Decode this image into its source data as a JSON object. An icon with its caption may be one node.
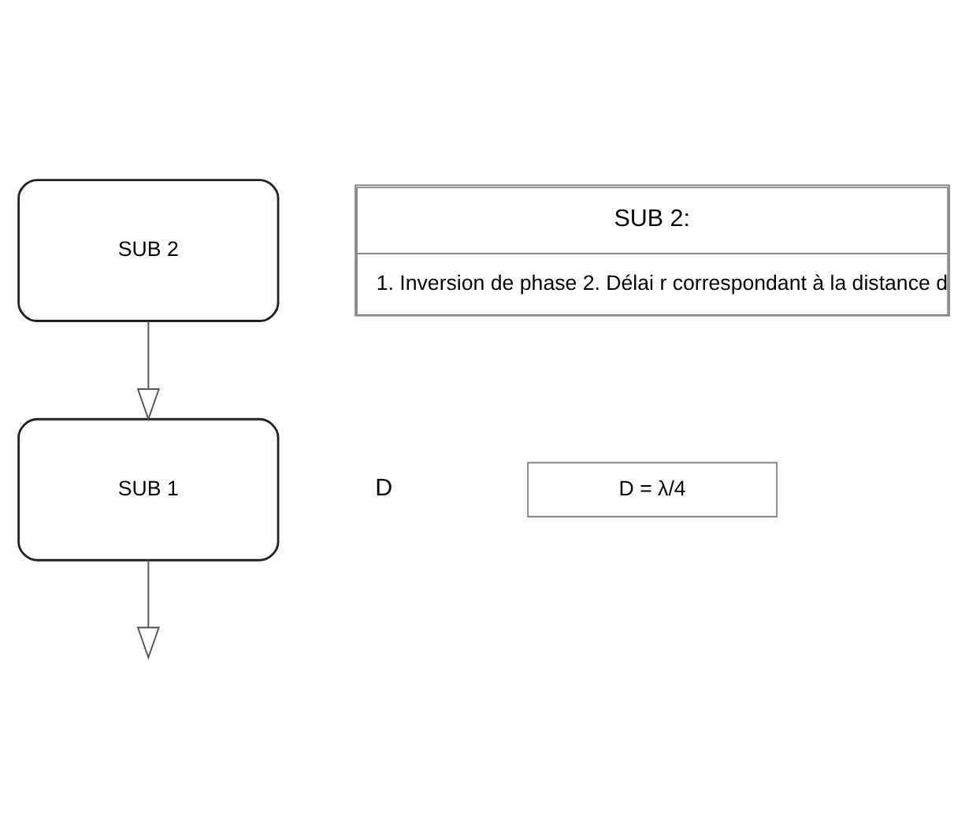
{
  "diagram": {
    "nodes": [
      {
        "text": [
          "SUB 2"
        ]
      },
      {
        "text": [
          "SUB 1"
        ]
      },
      {
        "text": [
          "SUB 2:",
          "1. Inversion de phase 2. Délai r correspondant à la distance d"
        ]
      },
      {
        "text": [
          "D = λ/4"
        ]
      }
    ],
    "edges": [
      {
        "from": 0,
        "to": 1,
        "arrow": "to"
      },
      {
        "from": 1,
        "to": null,
        "arrow": "to"
      }
    ],
    "labels": [
      "D"
    ]
  }
}
